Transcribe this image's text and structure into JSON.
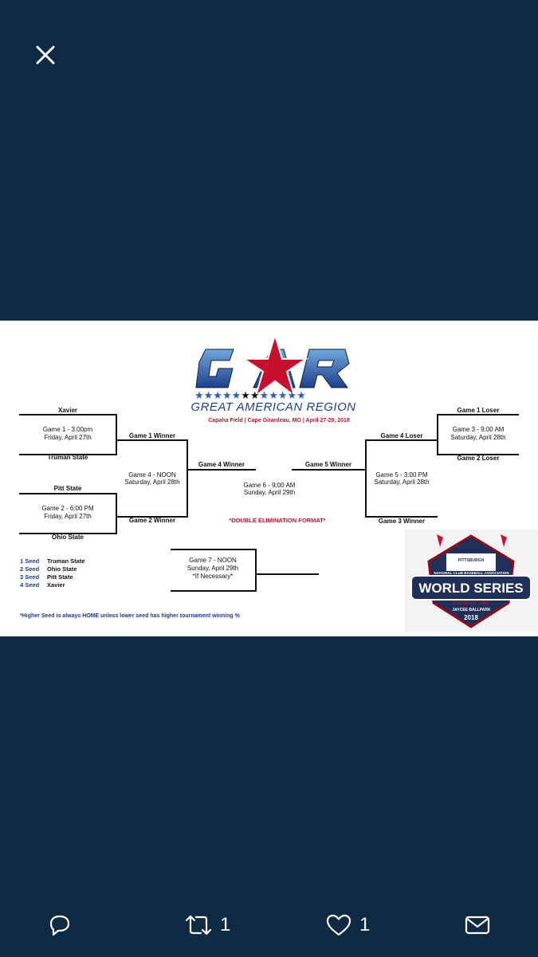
{
  "viewer": {
    "close_icon": "close-icon"
  },
  "bracket": {
    "logo_text": "GREAT AMERICAN REGION",
    "subtitle": "Capaha Field | Cape Girardeau, MO | April 27-29, 2018",
    "left_top_team": "Xavier",
    "game1": "Game 1 - 3:00pm",
    "game1_date": "Friday, April 27th",
    "left_top_team2": "Truman State",
    "game1_winner": "Game 1 Winner",
    "game4": "Game 4 - NOON",
    "game4_date": "Saturday, April 28th",
    "game2_winner": "Game 2 Winner",
    "pitt_state": "Pitt State",
    "game2": "Game 2 - 6:00 PM",
    "game2_date": "Friday, April 27th",
    "ohio_state": "Ohio State",
    "game4_winner": "Game 4 Winner",
    "game6": "Game 6 - 9:00 AM",
    "game6_date": "Sunday, April 29th",
    "format_note": "*DOUBLE ELIMINATION FORMAT*",
    "game5_winner": "Game 5 Winner",
    "game4_loser": "Game 4 Loser",
    "game5": "Game 5 - 3:00 PM",
    "game5_date": "Saturday, April 28th",
    "game3_winner": "Game 3 Winner",
    "game1_loser": "Game 1 Loser",
    "game3": "Game 3 - 9:00 AM",
    "game3_date": "Saturday, April 28th",
    "game2_loser": "Game 2 Loser",
    "game7": "Game 7 - NOON",
    "game7_date": "Sunday, April 29th",
    "game7_note": "*If Necessary*",
    "seeds": [
      {
        "seed": "1 Seed",
        "team": "Truman State"
      },
      {
        "seed": "2 Seed",
        "team": "Ohio State"
      },
      {
        "seed": "3 Seed",
        "team": "Pitt State"
      },
      {
        "seed": "4 Seed",
        "team": "Xavier"
      }
    ],
    "footnote": "*Higher Seed is always HOME unless lower seed has higher tournament winning %",
    "ws_logo": {
      "top": "PITTSBURGH",
      "assoc": "NATIONAL CLUB BASEBALL ASSOCIATION",
      "main": "WORLD SERIES",
      "div": "DIVISION TWO",
      "park": "JAYCEE BALLPARK",
      "year": "2018"
    }
  },
  "actions": {
    "reply_icon": "reply-icon",
    "retweet_icon": "retweet-icon",
    "retweet_count": "1",
    "like_icon": "heart-icon",
    "like_count": "1",
    "share_icon": "mail-icon"
  }
}
